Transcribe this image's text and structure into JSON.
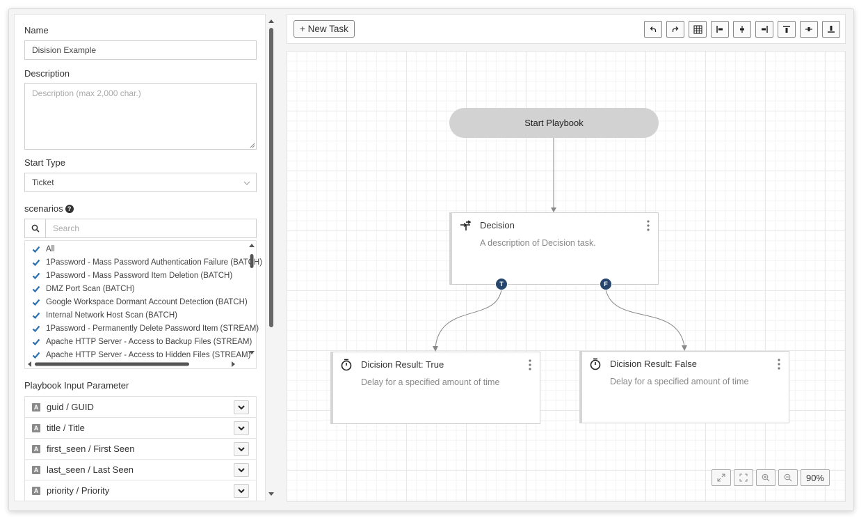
{
  "form": {
    "name_label": "Name",
    "name_value": "Disision Example",
    "description_label": "Description",
    "description_placeholder": "Description (max 2,000 char.)",
    "start_type_label": "Start Type",
    "start_type_value": "Ticket",
    "scenarios_label": "scenarios",
    "search_placeholder": "Search",
    "scenarios": [
      "All",
      "1Password - Mass Password Authentication Failure (BATCH)",
      "1Password - Mass Password Item Deletion (BATCH)",
      "DMZ Port Scan (BATCH)",
      "Google Workspace Dormant Account Detection (BATCH)",
      "Internal Network Host Scan (BATCH)",
      "1Password - Permanently Delete Password Item (STREAM)",
      "Apache HTTP Server - Access to Backup Files (STREAM)",
      "Apache HTTP Server - Access to Hidden Files (STREAM)"
    ],
    "input_param_label": "Playbook Input Parameter",
    "params": [
      {
        "badge": "A",
        "label": "guid / GUID"
      },
      {
        "badge": "A",
        "label": "title / Title"
      },
      {
        "badge": "A",
        "label": "first_seen / First Seen"
      },
      {
        "badge": "A",
        "label": "last_seen / Last Seen"
      },
      {
        "badge": "A",
        "label": "priority / Priority"
      }
    ]
  },
  "toolbar": {
    "new_task_label": "+ New Task",
    "buttons": [
      "undo-icon",
      "redo-icon",
      "grid-icon",
      "align-left-icon",
      "align-center-icon",
      "align-right-icon",
      "align-top-icon",
      "align-middle-icon",
      "align-bottom-icon"
    ]
  },
  "canvas": {
    "start_label": "Start Playbook",
    "decision": {
      "title": "Decision",
      "description": "A description of Decision task."
    },
    "port_true": "T",
    "port_false": "F",
    "result_true": {
      "title": "Dicision Result: True",
      "description": "Delay for a specified amount of time"
    },
    "result_false": {
      "title": "Dicision Result: False",
      "description": "Delay for a specified amount of time"
    },
    "zoom_level": "90%"
  },
  "colors": {
    "port": "#26466e",
    "check": "#2a6fb0",
    "start_node": "#d2d2d2"
  }
}
